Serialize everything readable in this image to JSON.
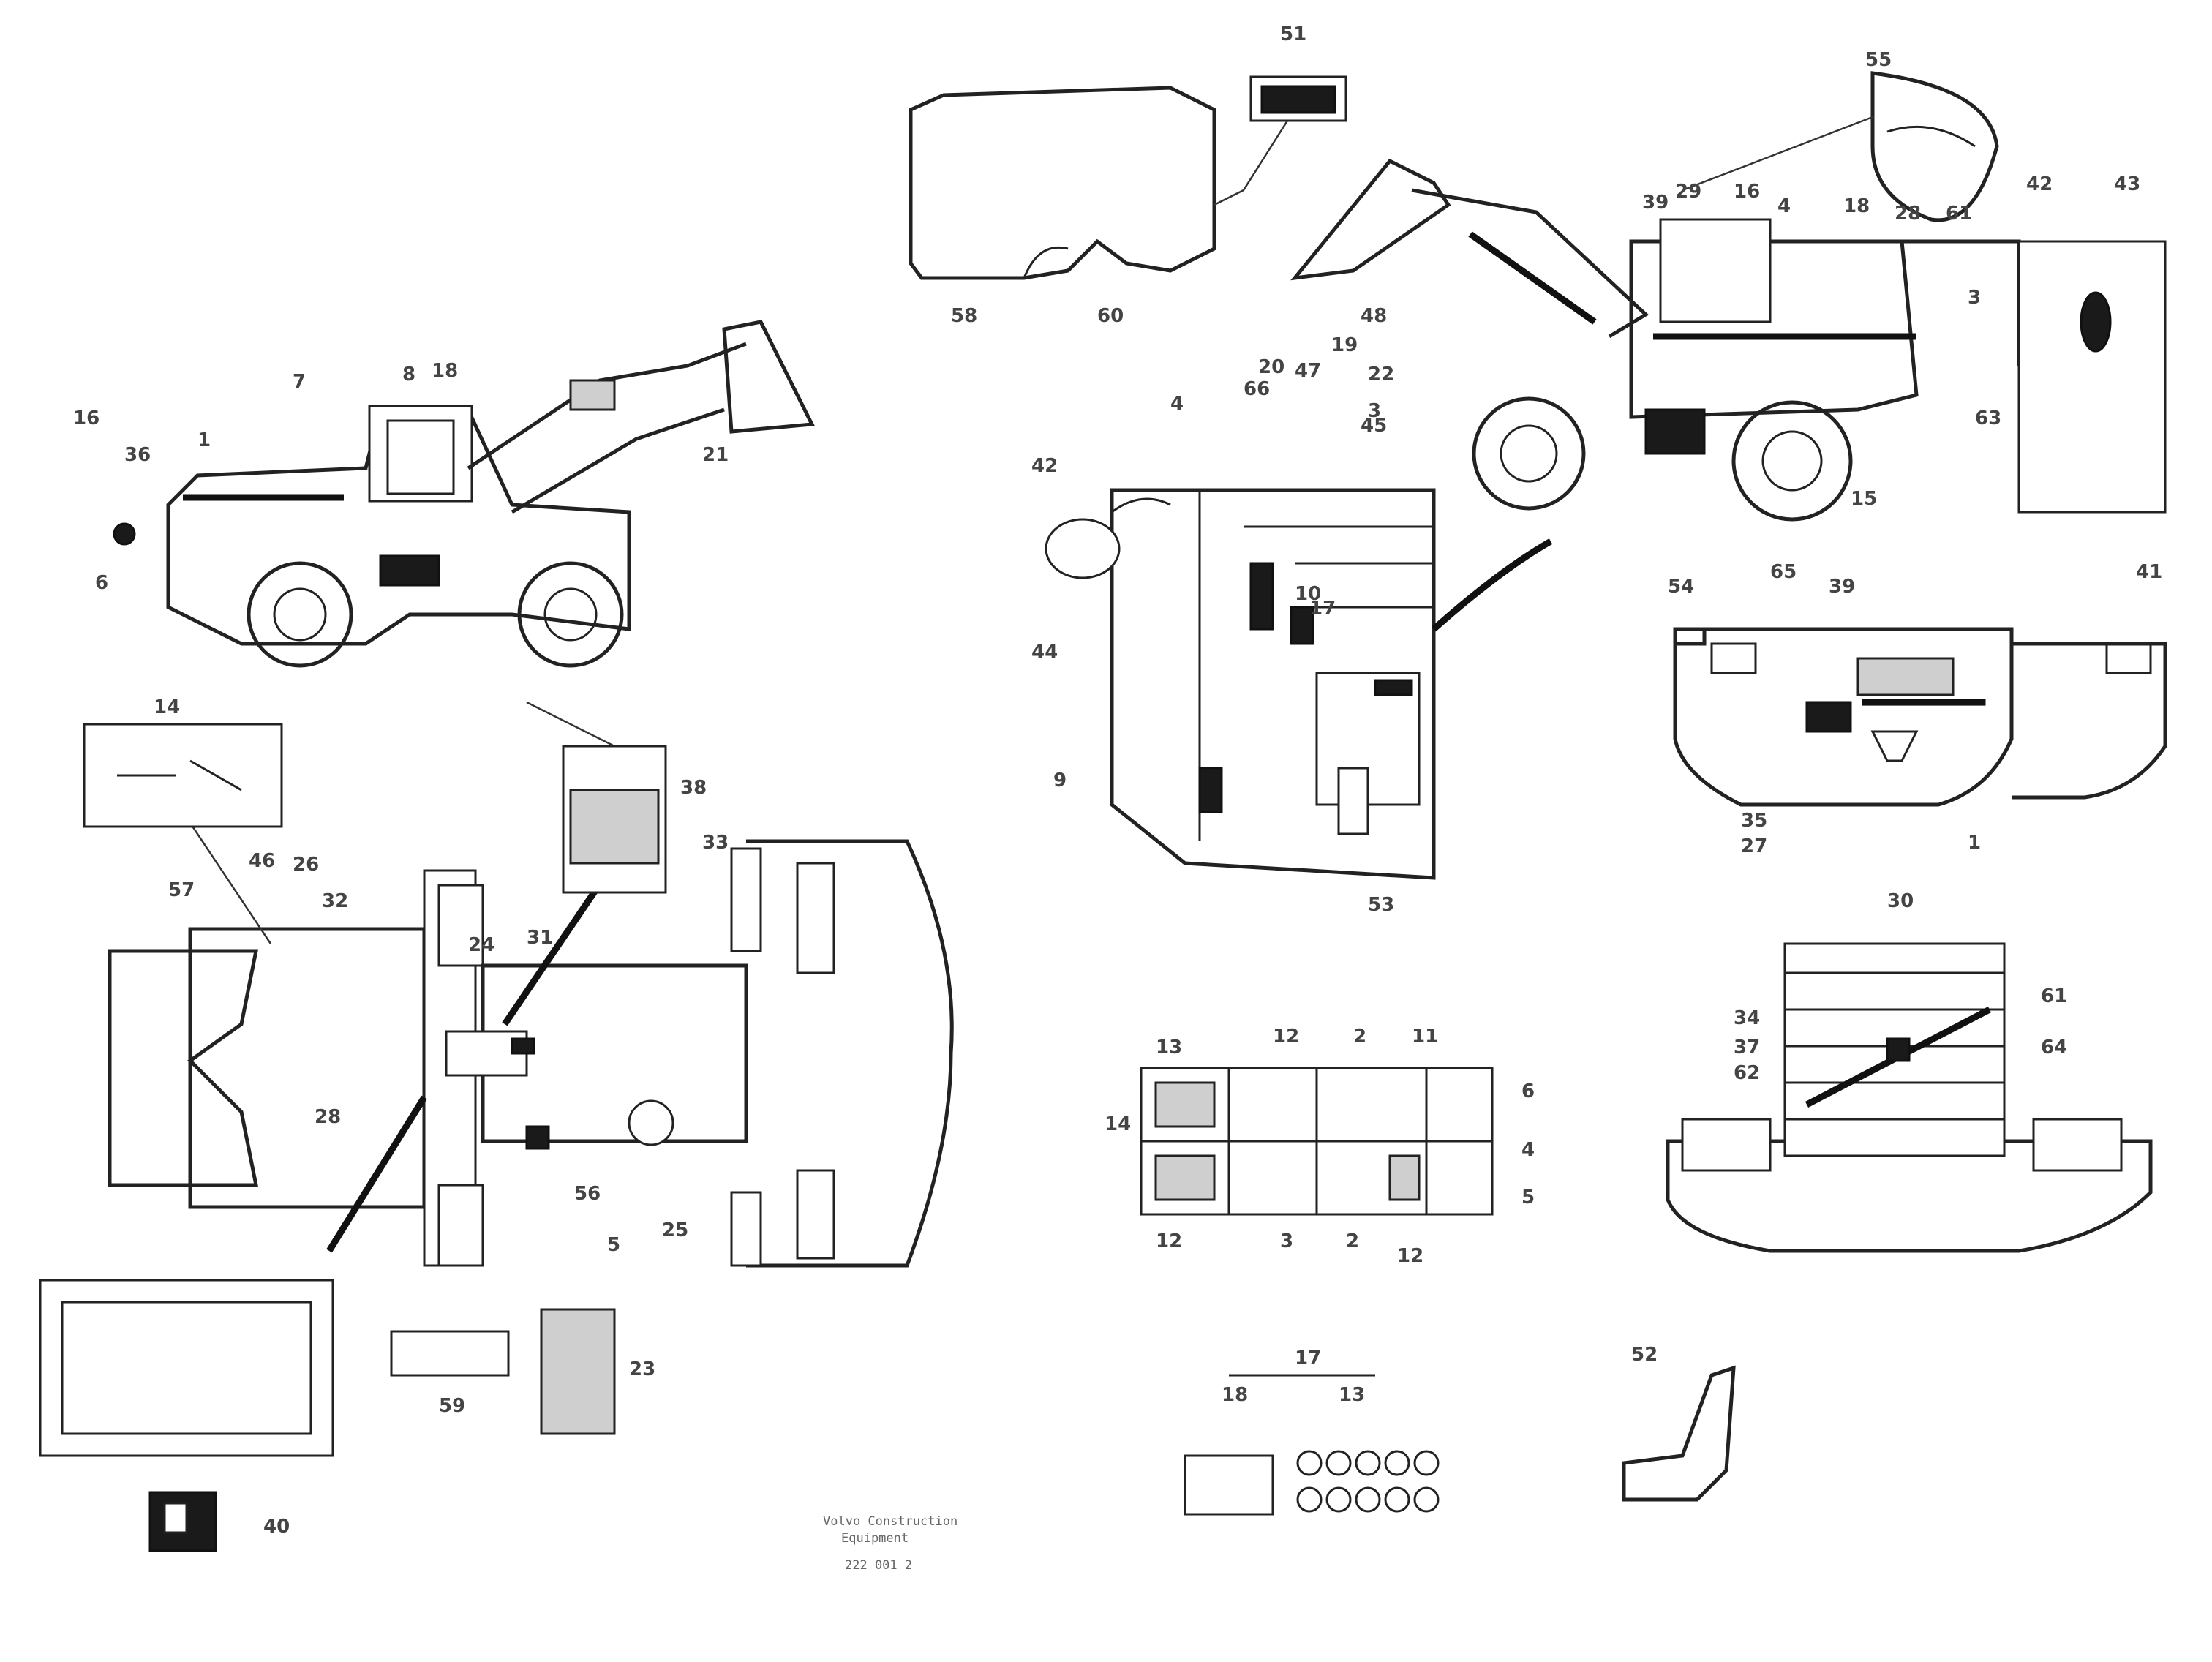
{
  "callouts": [
    {
      "id": "c-14a",
      "text": "14"
    },
    {
      "id": "c-24",
      "text": "24"
    },
    {
      "id": "c-28a",
      "text": "28"
    },
    {
      "id": "c-23",
      "text": "23"
    },
    {
      "id": "c-16a",
      "text": "16"
    },
    {
      "id": "c-36",
      "text": "36"
    },
    {
      "id": "c-21a",
      "text": "21"
    },
    {
      "id": "c-1a",
      "text": "1"
    },
    {
      "id": "c-7a",
      "text": "7"
    },
    {
      "id": "c-8a",
      "text": "8"
    },
    {
      "id": "c-18a",
      "text": "18"
    },
    {
      "id": "c-6a",
      "text": "6"
    },
    {
      "id": "c-58a",
      "text": "58"
    },
    {
      "id": "c-60a",
      "text": "60"
    },
    {
      "id": "c-22",
      "text": "22"
    },
    {
      "id": "c-20a",
      "text": "20"
    },
    {
      "id": "c-4a",
      "text": "4"
    },
    {
      "id": "c-3a",
      "text": "3"
    },
    {
      "id": "c-48",
      "text": "48"
    },
    {
      "id": "c-55",
      "text": "55"
    },
    {
      "id": "c-66",
      "text": "66"
    },
    {
      "id": "c-19",
      "text": "19"
    },
    {
      "id": "c-47",
      "text": "47"
    },
    {
      "id": "c-42a",
      "text": "42"
    },
    {
      "id": "c-51",
      "text": "51"
    },
    {
      "id": "c-39",
      "text": "39"
    },
    {
      "id": "c-29",
      "text": "29"
    },
    {
      "id": "c-16b",
      "text": "16"
    },
    {
      "id": "c-4b",
      "text": "4"
    },
    {
      "id": "c-18b",
      "text": "18"
    },
    {
      "id": "c-28b",
      "text": "28"
    },
    {
      "id": "c-61",
      "text": "61"
    },
    {
      "id": "c-42b",
      "text": "42"
    },
    {
      "id": "c-43",
      "text": "43"
    },
    {
      "id": "c-3b",
      "text": "3"
    },
    {
      "id": "c-15",
      "text": "15"
    },
    {
      "id": "c-63",
      "text": "63"
    },
    {
      "id": "c-45",
      "text": "45"
    },
    {
      "id": "c-10",
      "text": "10"
    },
    {
      "id": "c-44",
      "text": "44"
    },
    {
      "id": "c-17a",
      "text": "17"
    },
    {
      "id": "c-9",
      "text": "9"
    },
    {
      "id": "c-53",
      "text": "53"
    },
    {
      "id": "c-54",
      "text": "54"
    },
    {
      "id": "c-65",
      "text": "65"
    },
    {
      "id": "c-39b",
      "text": "39"
    },
    {
      "id": "c-41",
      "text": "41"
    },
    {
      "id": "c-35",
      "text": "35"
    },
    {
      "id": "c-27",
      "text": "27"
    },
    {
      "id": "c-1b",
      "text": "1"
    },
    {
      "id": "c-13",
      "text": "13"
    },
    {
      "id": "c-12a",
      "text": "12"
    },
    {
      "id": "c-2a",
      "text": "2"
    },
    {
      "id": "c-11a",
      "text": "11"
    },
    {
      "id": "c-6b",
      "text": "6"
    },
    {
      "id": "c-4c",
      "text": "4"
    },
    {
      "id": "c-5b",
      "text": "5"
    },
    {
      "id": "c-14b",
      "text": "14"
    },
    {
      "id": "c-12b",
      "text": "12"
    },
    {
      "id": "c-3c",
      "text": "3"
    },
    {
      "id": "c-2b",
      "text": "2"
    },
    {
      "id": "c-12c",
      "text": "12"
    },
    {
      "id": "c-17b",
      "text": "17"
    },
    {
      "id": "c-18c",
      "text": "18"
    },
    {
      "id": "c-13b",
      "text": "13"
    },
    {
      "id": "c-52",
      "text": "52"
    },
    {
      "id": "c-30",
      "text": "30"
    },
    {
      "id": "c-34",
      "text": "34"
    },
    {
      "id": "c-37",
      "text": "37"
    },
    {
      "id": "c-62",
      "text": "62"
    },
    {
      "id": "c-61b",
      "text": "61"
    },
    {
      "id": "c-64",
      "text": "64"
    },
    {
      "id": "c-38",
      "text": "38"
    },
    {
      "id": "c-33",
      "text": "33"
    },
    {
      "id": "c-57",
      "text": "57"
    },
    {
      "id": "c-46",
      "text": "46"
    },
    {
      "id": "c-26",
      "text": "26"
    },
    {
      "id": "c-32",
      "text": "32"
    },
    {
      "id": "c-31",
      "text": "31"
    },
    {
      "id": "c-56",
      "text": "56"
    },
    {
      "id": "c-25",
      "text": "25"
    },
    {
      "id": "c-5",
      "text": "5"
    },
    {
      "id": "c-59",
      "text": "59"
    },
    {
      "id": "c-40",
      "text": "40"
    }
  ],
  "stamp": {
    "line1": "Volvo Construction",
    "line2": "Equipment",
    "line3": "222 001 2"
  }
}
